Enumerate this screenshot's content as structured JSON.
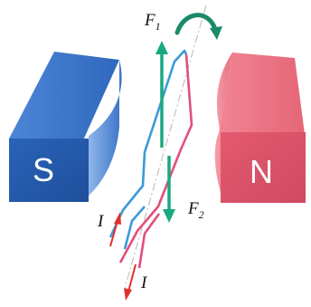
{
  "magnets": {
    "south": {
      "letter": "S",
      "color": "#2f63b4"
    },
    "north": {
      "letter": "N",
      "color": "#e25a70"
    }
  },
  "forces": {
    "f1": {
      "symbol": "F",
      "subscript": "1"
    },
    "f2": {
      "symbol": "F",
      "subscript": "2"
    },
    "color": "#1aa882"
  },
  "current": {
    "in_label": "I",
    "out_label": "I",
    "color": "#e0312c"
  },
  "rotation": {
    "color": "#1a8a6a",
    "icon": "rotate-clockwise-arrow"
  },
  "coil": {
    "front_color": "#3b9ad9",
    "back_color": "#e0507a"
  }
}
